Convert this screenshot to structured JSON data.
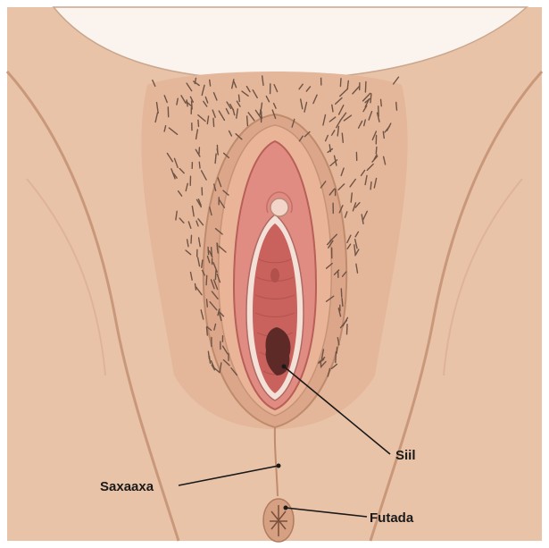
{
  "labels": {
    "siil": "Siil",
    "saxaaxa": "Saxaaxa",
    "futada": "Futada"
  },
  "colors": {
    "skin": "#e9c3a8",
    "skin_shadow": "#d4a688",
    "outline": "#b88a6c",
    "background_top": "#fbf3ee",
    "hair": "#6f5444",
    "labia": "#e08c83",
    "vestibule": "#c9625c",
    "opening": "#5e2a28",
    "leader": "#1a1a1a"
  }
}
